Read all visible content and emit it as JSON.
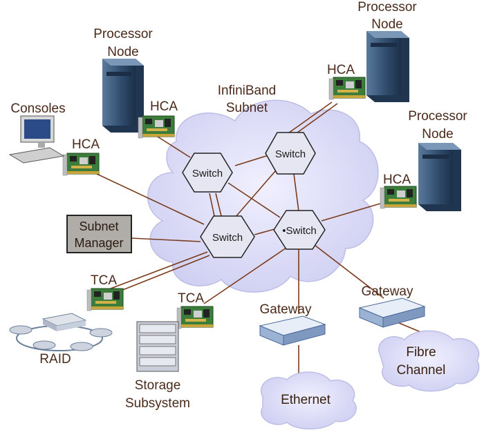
{
  "subnet": {
    "title_line1": "InfiniBand",
    "title_line2": "Subnet"
  },
  "switches": [
    "Switch",
    "Switch",
    "Switch",
    "•Switch"
  ],
  "processor_nodes": [
    {
      "line1": "Processor",
      "line2": "Node"
    },
    {
      "line1": "Processor",
      "line2": "Node"
    },
    {
      "line1": "Processor",
      "line2": "Node"
    }
  ],
  "hca_label": "HCA",
  "tca_label": "TCA",
  "consoles_label": "Consoles",
  "subnet_manager": {
    "line1": "Subnet",
    "line2": "Manager"
  },
  "raid_label": "RAID",
  "storage": {
    "line1": "Storage",
    "line2": "Subsystem"
  },
  "gateway_label": "Gateway",
  "ethernet_label": "Ethernet",
  "fibre_channel": {
    "line1": "Fibre",
    "line2": "Channel"
  },
  "colors": {
    "cloud": "#dcdcf7",
    "link": "#7a3a1a",
    "hex_fill": "#e6e6f2",
    "server_dark": "#2e4a6a",
    "server_mid": "#4e6e90",
    "card_green": "#3a7a3a",
    "label_text": "#4a2a1a",
    "subnet_manager_fill": "#b0aca8"
  },
  "icons": [
    "processor-node-icon",
    "hca-card-icon",
    "tca-card-icon",
    "console-computer-icon",
    "raid-disk-icon",
    "storage-stack-icon",
    "gateway-device-icon"
  ]
}
